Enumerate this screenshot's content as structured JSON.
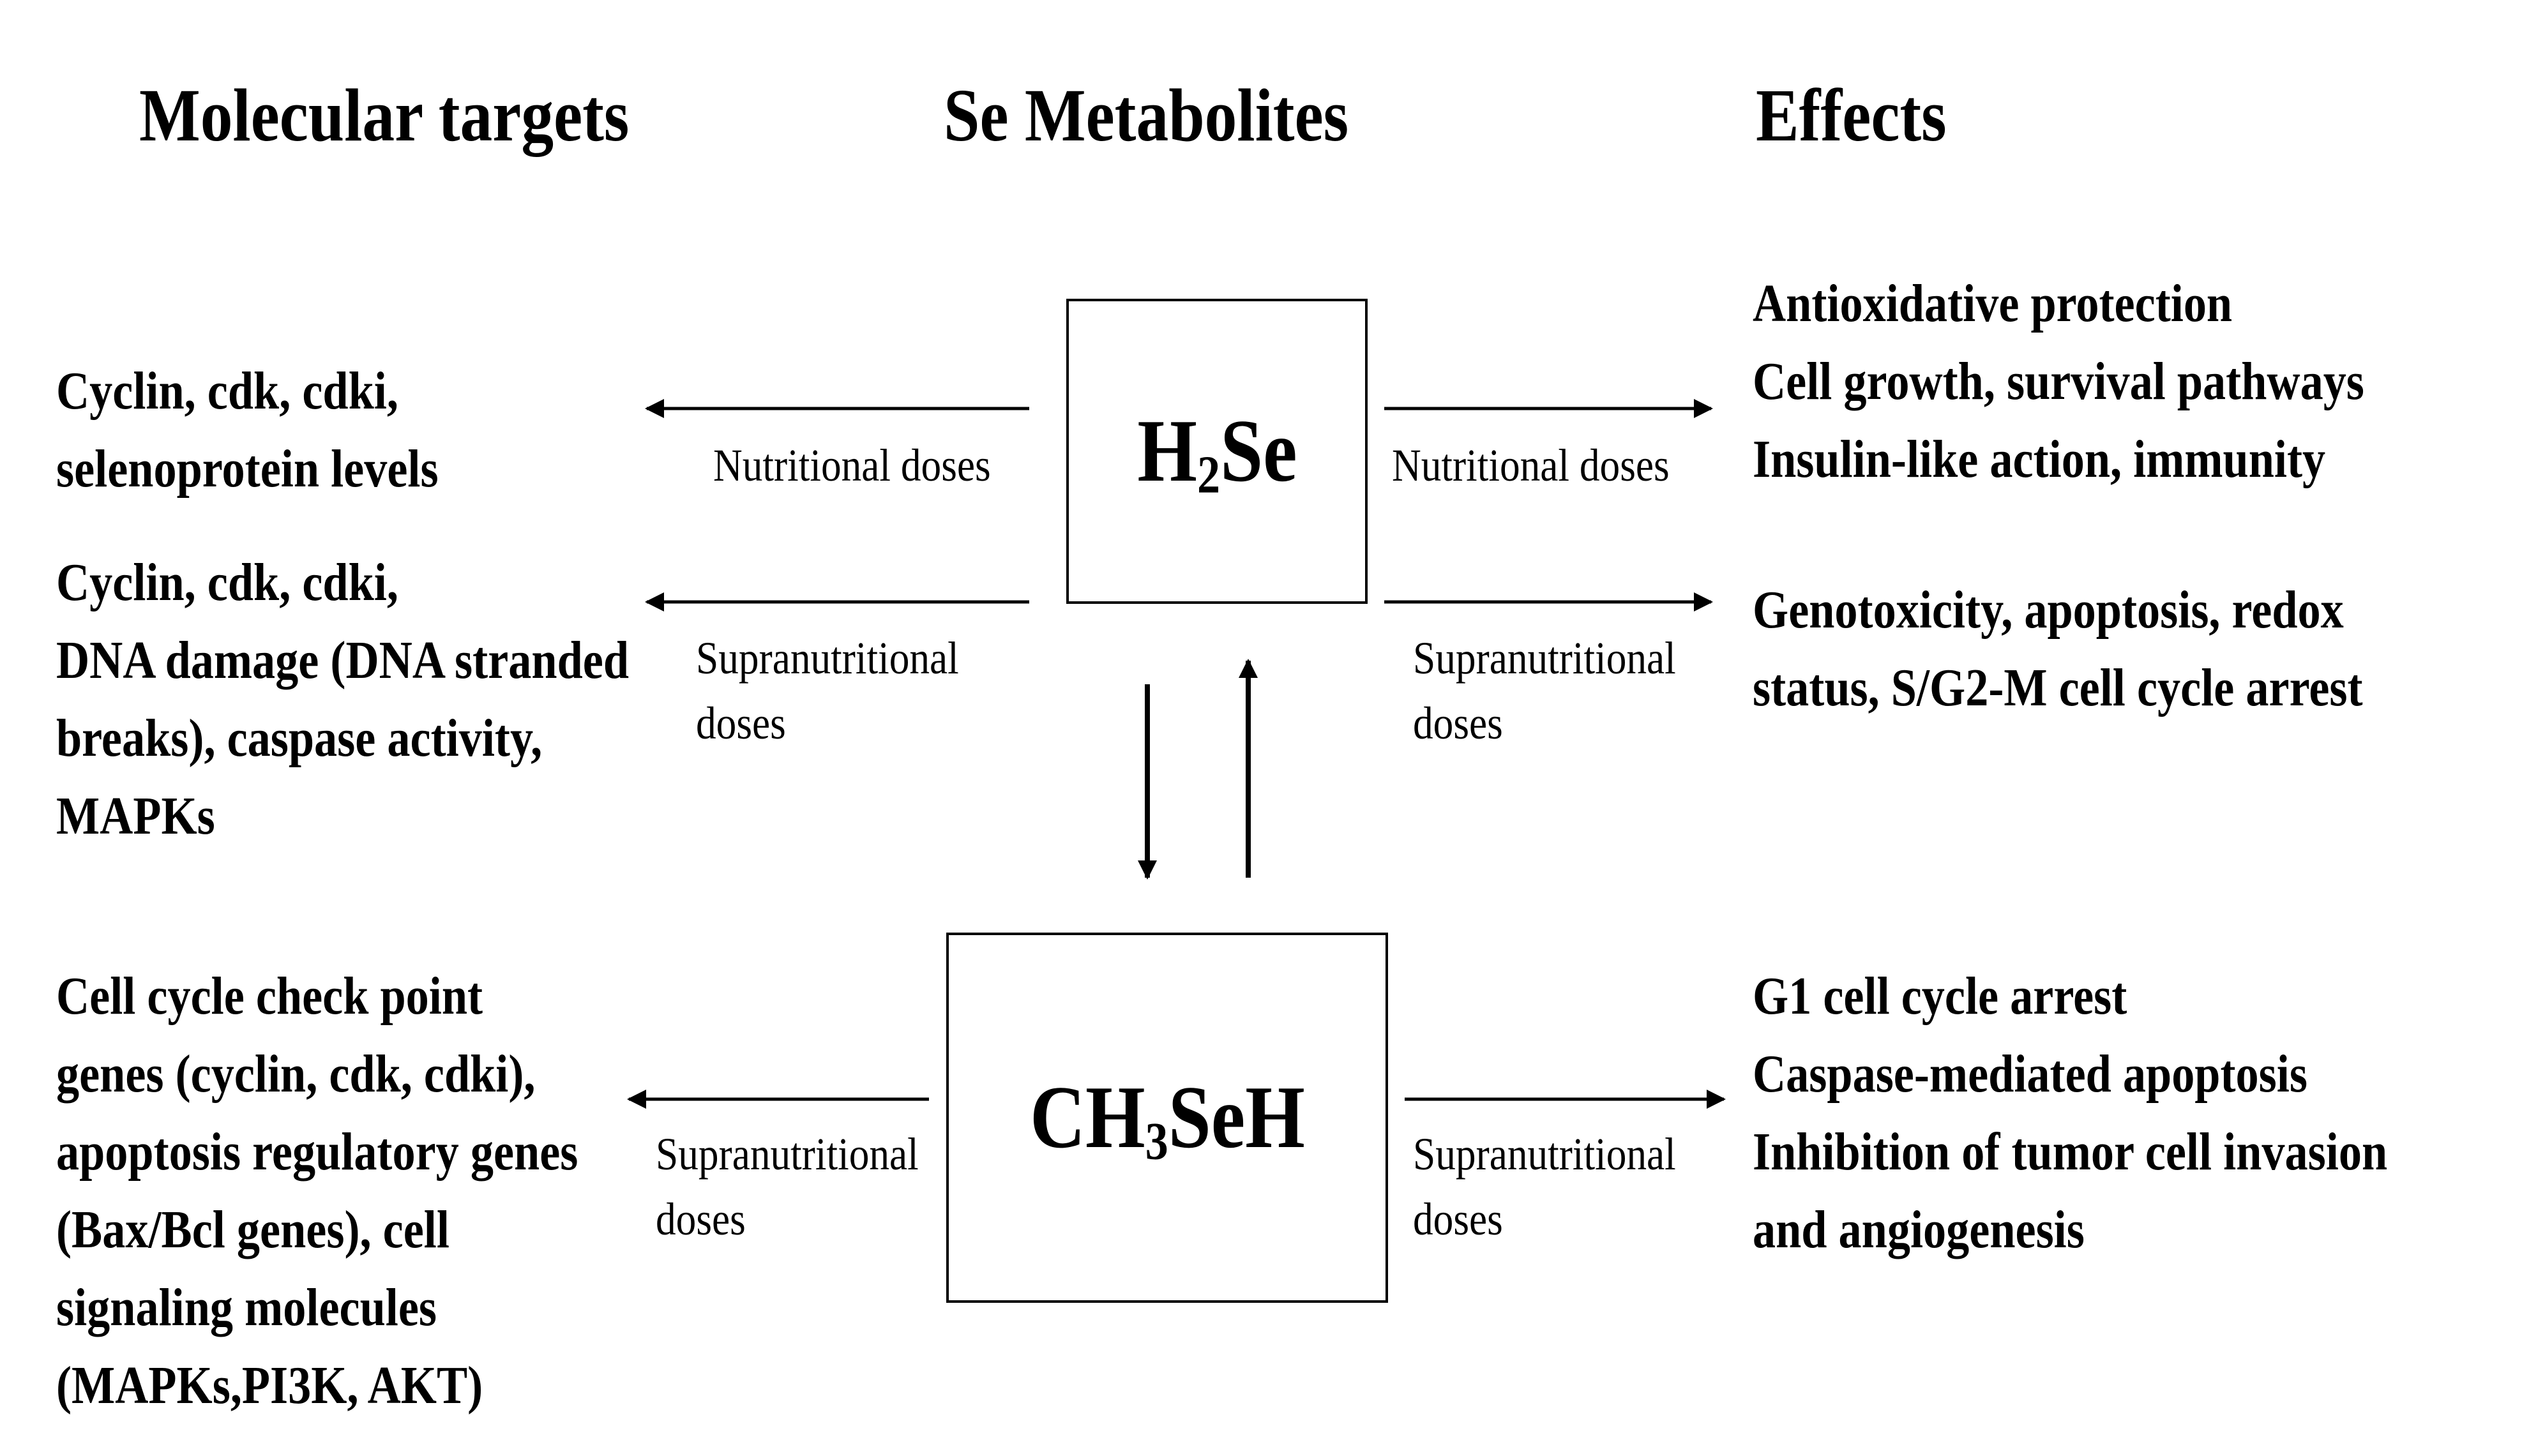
{
  "headings": {
    "molecular_targets": "Molecular  targets",
    "se_metabolites": "Se  Metabolites",
    "effects": "Effects"
  },
  "metabolites": {
    "h2se": {
      "prefix": "H",
      "subscript": "2",
      "suffix": "Se"
    },
    "ch3seh": {
      "prefix": "CH",
      "subscript": "3",
      "suffix": "SeH"
    }
  },
  "dose_labels": {
    "h2se_left_nutritional": "Nutritional doses",
    "h2se_right_nutritional": "Nutritional doses",
    "h2se_left_supra": [
      "Supranutritional",
      "doses"
    ],
    "h2se_right_supra": [
      "Supranutritional",
      "doses"
    ],
    "ch3seh_left_supra": [
      "Supranutritional",
      "doses"
    ],
    "ch3seh_right_supra": [
      "Supranutritional",
      "doses"
    ]
  },
  "targets": {
    "h2se_nutritional": [
      "Cyclin, cdk, cdki,",
      "selenoprotein levels"
    ],
    "h2se_supra": [
      "Cyclin, cdk, cdki,",
      "DNA damage (DNA stranded",
      "breaks), caspase activity,",
      "MAPKs"
    ],
    "ch3seh_supra": [
      "Cell cycle check point",
      "genes (cyclin, cdk, cdki),",
      "apoptosis regulatory genes",
      "(Bax/Bcl genes), cell",
      "signaling molecules",
      "(MAPKs,PI3K, AKT)"
    ]
  },
  "effects": {
    "h2se_nutritional": [
      "Antioxidative protection",
      "Cell growth,  survival pathways",
      "Insulin-like action, immunity"
    ],
    "h2se_supra": [
      "Genotoxicity, apoptosis, redox",
      "status, S/G2-M cell cycle arrest"
    ],
    "ch3seh_supra": [
      "G1 cell cycle arrest",
      "Caspase-mediated apoptosis",
      "Inhibition of tumor cell invasion",
      "and angiogenesis"
    ]
  }
}
